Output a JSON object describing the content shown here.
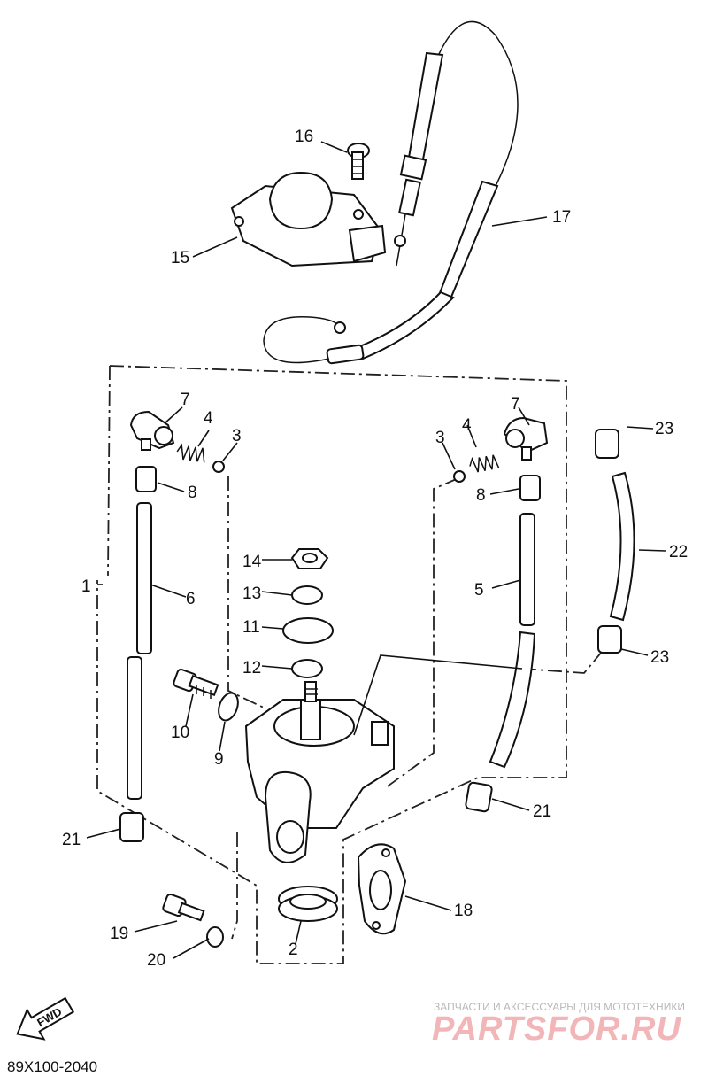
{
  "callouts": {
    "n1": "1",
    "n2": "2",
    "n3a": "3",
    "n3b": "3",
    "n4a": "4",
    "n4b": "4",
    "n5": "5",
    "n6": "6",
    "n7a": "7",
    "n7b": "7",
    "n8a": "8",
    "n8b": "8",
    "n9": "9",
    "n10": "10",
    "n11": "11",
    "n12": "12",
    "n13": "13",
    "n14": "14",
    "n15": "15",
    "n16": "16",
    "n17": "17",
    "n18": "18",
    "n19": "19",
    "n20": "20",
    "n21a": "21",
    "n21b": "21",
    "n22": "22",
    "n23a": "23",
    "n23b": "23"
  },
  "fwd_label": "FWD",
  "diagram_code": "89X100-2040",
  "watermark": {
    "tagline": "ЗАПЧАСТИ И АКСЕССУАРЫ ДЛЯ МОТОТЕХНИКИ",
    "logo": "PARTSFOR.RU"
  }
}
